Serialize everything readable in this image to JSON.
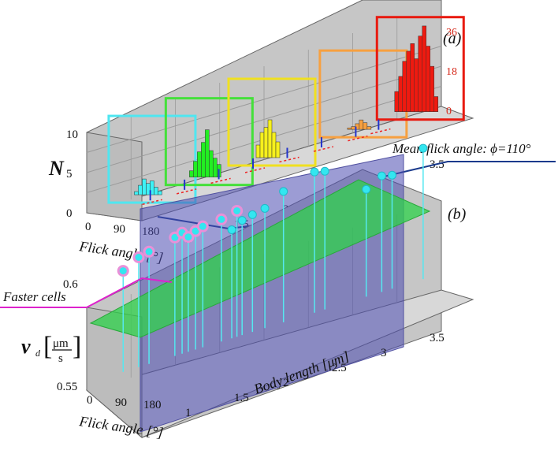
{
  "chart_data": [
    {
      "panel": "(a)",
      "type": "bar",
      "zlabel": "N",
      "xlabel": "Flick angle [°]",
      "x_ticks": [
        "0",
        "90",
        "180"
      ],
      "y_ticks": [
        "1",
        "1.5",
        "2",
        "2.5",
        "3",
        "3.5"
      ],
      "z_ticks": [
        "0",
        "5",
        "10"
      ],
      "inset_ticks": [
        "0",
        "18",
        "36"
      ],
      "zlim": [
        0,
        10
      ],
      "highlight_frames": [
        {
          "color": "#4fe6f0",
          "body_length": 1.25
        },
        {
          "color": "#44e03a",
          "body_length": 1.75
        },
        {
          "color": "#f0e020",
          "body_length": 2.3
        },
        {
          "color": "#f7a040",
          "body_length": 3.1
        },
        {
          "color": "#e81a10",
          "body_length": 3.6
        }
      ],
      "histograms": [
        {
          "color": "#3ef2f6",
          "body_length": 1.25,
          "values": [
            0.5,
            1.5,
            2.5,
            1.8,
            2.2,
            1.2,
            0.6
          ]
        },
        {
          "color": "#22ee22",
          "body_length": 1.75,
          "values": [
            1,
            2.5,
            4,
            5.5,
            7.5,
            4.2,
            3,
            2
          ]
        },
        {
          "color": "#f6f01c",
          "body_length": 2.3,
          "values": [
            2,
            4,
            4.8,
            6,
            4,
            2.5
          ]
        },
        {
          "color": "#f7a040",
          "body_length": 3.1,
          "values": [
            0.3,
            0.6,
            1.2,
            2,
            1.4,
            0.6
          ]
        },
        {
          "color": "#ef1a10",
          "body_length": 3.6,
          "values": [
            8,
            14,
            20,
            24,
            27,
            21,
            30,
            34,
            26,
            18,
            6
          ]
        }
      ],
      "mean_flick_annotation": "Mean flick angle: ϕ=110°"
    },
    {
      "panel": "(b)",
      "type": "scatter",
      "xlabel": "Flick angle [°]",
      "ylabel": "Body length [μm]",
      "zlabel": "v_d [μm/s]",
      "zlabel_main": "v",
      "zlabel_sub": "d",
      "zlabel_unit_num": "μm",
      "zlabel_unit_den": "s",
      "x_ticks": [
        "0",
        "90",
        "180"
      ],
      "y_ticks": [
        "1",
        "1.5",
        "2",
        "2.5",
        "3",
        "3.5"
      ],
      "z_ticks": [
        "0.55",
        "0.6"
      ],
      "zlim": [
        0.53,
        0.67
      ],
      "faster_cells_label": "Faster cells",
      "points_faster": [
        {
          "length": 1.05,
          "v": 0.618
        },
        {
          "length": 1.2,
          "v": 0.625
        },
        {
          "length": 1.3,
          "v": 0.627
        },
        {
          "length": 1.55,
          "v": 0.632
        },
        {
          "length": 1.62,
          "v": 0.634
        },
        {
          "length": 1.68,
          "v": 0.629
        },
        {
          "length": 1.75,
          "v": 0.632
        },
        {
          "length": 1.82,
          "v": 0.634
        },
        {
          "length": 2.0,
          "v": 0.635
        },
        {
          "length": 2.15,
          "v": 0.638
        }
      ],
      "points_other": [
        {
          "length": 2.1,
          "v": 0.624
        },
        {
          "length": 2.2,
          "v": 0.629
        },
        {
          "length": 2.3,
          "v": 0.631
        },
        {
          "length": 2.42,
          "v": 0.633
        },
        {
          "length": 2.6,
          "v": 0.642
        },
        {
          "length": 2.9,
          "v": 0.65
        },
        {
          "length": 3.0,
          "v": 0.648
        },
        {
          "length": 3.4,
          "v": 0.623
        },
        {
          "length": 3.55,
          "v": 0.63
        },
        {
          "length": 3.65,
          "v": 0.628
        },
        {
          "length": 3.95,
          "v": 0.642
        }
      ]
    }
  ],
  "colors": {
    "wall": "#c8c8c8",
    "floor": "#d6d6d6",
    "plane_blue": "#5a5aa8",
    "plane_green": "#2ed24a",
    "faster_arrow": "#dd22cc",
    "annotation_line": "#1a3a8c",
    "point_cyan": "#33e6f0",
    "point_ring": "#e890d8"
  }
}
